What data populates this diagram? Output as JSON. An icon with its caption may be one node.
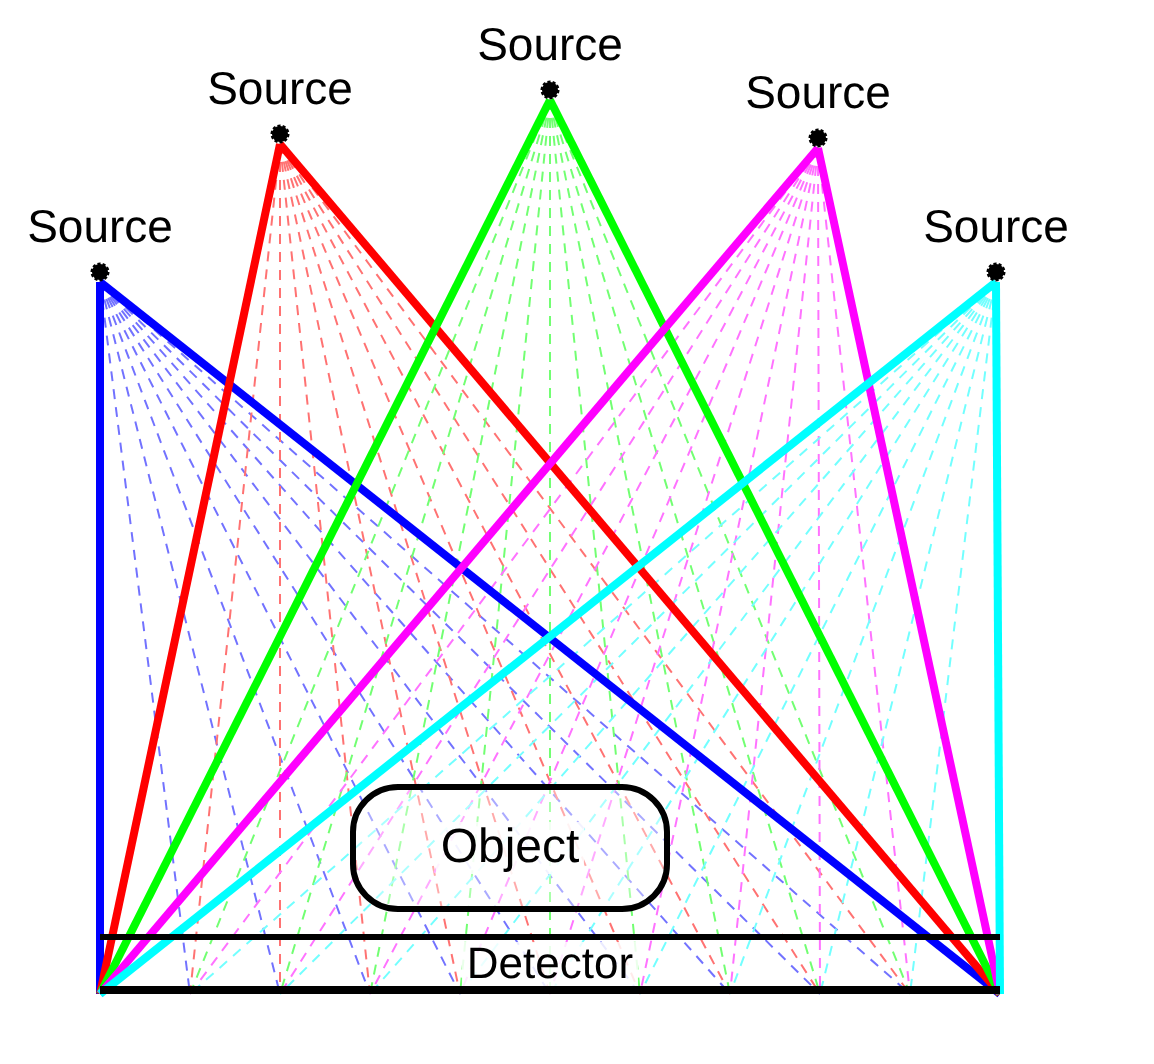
{
  "diagram": {
    "nodes": [
      {
        "text": [
          "Source"
        ]
      },
      {
        "text": [
          "Source"
        ]
      },
      {
        "text": [
          "Source"
        ]
      },
      {
        "text": [
          "Source"
        ]
      },
      {
        "text": [
          "Source"
        ]
      },
      {
        "text": [
          "Object"
        ]
      },
      {
        "text": [
          "Detector"
        ]
      }
    ],
    "edges": [
      {
        "from": 0,
        "to": 6,
        "arrow": "none",
        "color": "#0000ff"
      },
      {
        "from": 0,
        "to": 6,
        "arrow": "none",
        "color": "#0000ff"
      },
      {
        "from": 1,
        "to": 6,
        "arrow": "none",
        "color": "#ff0000"
      },
      {
        "from": 1,
        "to": 6,
        "arrow": "none",
        "color": "#ff0000"
      },
      {
        "from": 2,
        "to": 6,
        "arrow": "none",
        "color": "#00ff00"
      },
      {
        "from": 2,
        "to": 6,
        "arrow": "none",
        "color": "#00ff00"
      },
      {
        "from": 3,
        "to": 6,
        "arrow": "none",
        "color": "#ff00ff"
      },
      {
        "from": 3,
        "to": 6,
        "arrow": "none",
        "color": "#ff00ff"
      },
      {
        "from": 4,
        "to": 6,
        "arrow": "none",
        "color": "#00ffff"
      },
      {
        "from": 4,
        "to": 6,
        "arrow": "none",
        "color": "#00ffff"
      }
    ]
  }
}
